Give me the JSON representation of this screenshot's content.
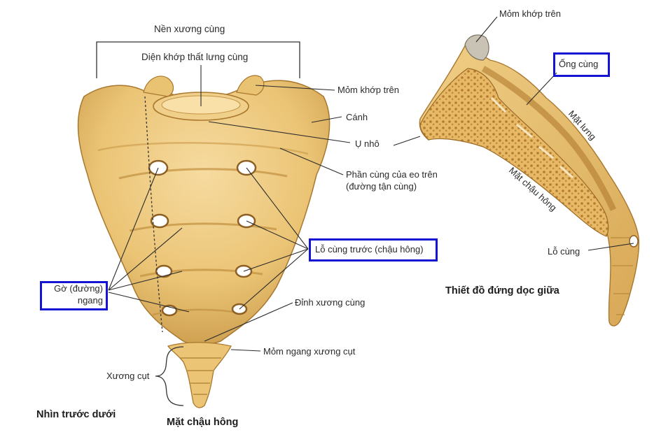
{
  "labels": {
    "base": "Nền xương cùng",
    "lumbosacral_facet": "Diện khớp thất lưng cùng",
    "sup_articular_process_front": "Mỏm khớp trên",
    "ala": "Cánh",
    "promontory": "Ụ nhô",
    "pelvic_inlet_part_line1": "Phần cùng của eo trên",
    "pelvic_inlet_part_line2": "(đường tận cùng)",
    "anterior_foramina": "Lỗ cùng trước (chậu hông)",
    "transverse_ridges_line1": "Gờ (đường)",
    "transverse_ridges_line2": "ngang",
    "apex": "Đỉnh xương cùng",
    "coccyx_transverse_process": "Mỏm ngang xương cụt",
    "coccyx": "Xương cụt",
    "view_caption": "Nhìn trước dưới",
    "pelvic_surface": "Mặt chậu hông",
    "sup_articular_process_side": "Mỏm khớp trên",
    "sacral_canal": "Ống cùng",
    "dorsal_surface": "Mặt lưng",
    "pelvic_surface_side": "Mặt chậu hông",
    "sacral_foramen": "Lỗ cùng",
    "section_caption": "Thiết đồ đứng dọc giữa"
  },
  "colors": {
    "bone_light": "#f3d392",
    "bone_mid": "#e6bd6a",
    "bone_dark": "#b88a3c",
    "highlight_box": "#1414d2",
    "leader_line": "#2b2b2b"
  }
}
